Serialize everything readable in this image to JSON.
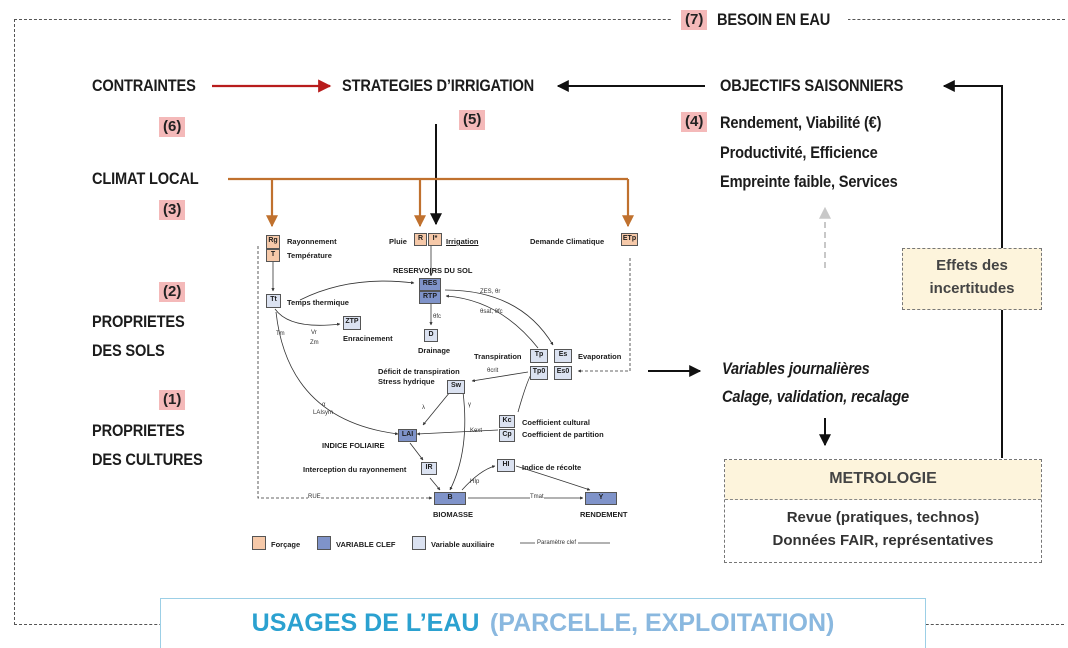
{
  "top": {
    "besoin": {
      "num": "(7)",
      "label": "BESOIN EN EAU"
    },
    "contraintes": {
      "label": "CONTRAINTES",
      "num": "(6)"
    },
    "strategies": {
      "label": "STRATEGIES D’IRRIGATION",
      "num": "(5)"
    },
    "objectifs": {
      "label": "OBJECTIFS SAISONNIERS",
      "num": "(4)",
      "lines": [
        "Rendement, Viabilité (€)",
        "Productivité, Efficience",
        "Empreinte faible, Services"
      ]
    },
    "climat": {
      "label": "CLIMAT LOCAL",
      "num": "(3)"
    },
    "sols": {
      "num": "(2)",
      "line1": "PROPRIETES",
      "line2": "DES SOLS"
    },
    "cultures": {
      "num": "(1)",
      "line1": "PROPRIETES",
      "line2": "DES CULTURES"
    }
  },
  "right": {
    "effets": {
      "line1": "Effets des",
      "line2": "incertitudes"
    },
    "variables": {
      "line1": "Variables journalières",
      "line2": "Calage, validation, recalage"
    },
    "metrologie": {
      "title": "METROLOGIE",
      "line1": "Revue (pratiques,  technos)",
      "line2": "Données FAIR, représentatives"
    }
  },
  "bottom": {
    "main": "USAGES DE L’EAU",
    "sub": "(PARCELLE, EXPLOITATION)"
  },
  "model": {
    "forc": {
      "rg": "Rg",
      "t": "T",
      "r": "R",
      "i": "I*",
      "etp": "ETp",
      "rayonnement": "Rayonnement",
      "temperature": "Température",
      "pluie": "Pluie",
      "irrigation": "Irrigation",
      "demande": "Demande Climatique"
    },
    "nodes": {
      "reservoirs": "RESERVOIRS DU SOL",
      "res1": "RES",
      "res2": "RTP",
      "tt": "Tt",
      "temps": "Temps thermique",
      "ztp": "ZTP",
      "enracinement": "Enracinement",
      "d": "D",
      "drainage": "Drainage",
      "transpiration": "Transpiration",
      "tp": "Tp",
      "es": "Es",
      "evaporation": "Evaporation",
      "tp0": "Tp0",
      "es0": "Es0",
      "deficit": "Déficit de transpiration",
      "stress": "Stress hydrique",
      "sw": "Sw",
      "kc": "Kc",
      "cp": "Cp",
      "coef_cultural": "Coefficient cultural",
      "coef_partition": "Coefficient de partition",
      "lai": "LAI",
      "indice_foliaire": "INDICE FOLIAIRE",
      "interception": "Interception du rayonnement",
      "ir": "IR",
      "hi": "HI",
      "indice_recolte": "Indice de récolte",
      "b": "B",
      "biomasse": "BIOMASSE",
      "y": "Y",
      "rendement": "RENDEMENT"
    },
    "params": {
      "tm": "Tm",
      "vr": "Vr",
      "zm": "Zm",
      "alpha": "α",
      "laisym": "LAIsym",
      "zes": "ZES, θr",
      "thetasat": "θsat, θfc",
      "thetafc": "θfc",
      "thetacri": "θcrit",
      "lambda": "λ",
      "gamma": "γ",
      "kext": "Kext",
      "rue": "RUE",
      "hip": "HIp",
      "tmat": "Tmat"
    },
    "legend": {
      "forcage": "Forçage",
      "variable_clef": "VARIABLE CLEF",
      "auxiliaire": "Variable auxiliaire",
      "parametre": "Paramètre clef"
    }
  },
  "colors": {
    "orange_arrow": "#c0712e",
    "red_arrow": "#b81c1c",
    "badge": "#f4b9b9",
    "cream": "#fdf4dc",
    "blue_title": "#2ba1d0",
    "blue_sub": "#8ab8df",
    "forcage": "#f6c9a9",
    "variable_clef": "#7f93c9",
    "auxiliaire": "#dbe2f1"
  }
}
